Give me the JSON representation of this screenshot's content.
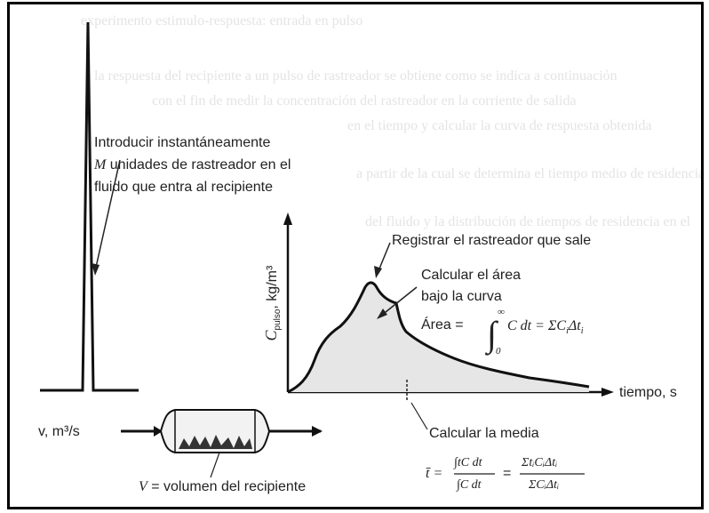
{
  "faint_lines": [
    "experimento estimulo-respuesta: entrada en pulso",
    "la respuesta del recipiente a un pulso de rastreador se obtiene como se indica a continuación",
    "con el fin de medir la concentración del rastreador en la corriente de salida",
    "en el tiempo y calcular la curva de respuesta obtenida",
    "a partir de la cual se determina el tiempo medio de residencia",
    "del fluido y la distribución de tiempos de residencia en el"
  ],
  "annotations": {
    "intro_line1": "Introducir instantáneamente",
    "intro_line2_var": "M",
    "intro_line2_rest": "unidades de rastreador en el",
    "intro_line3": "fluido que entra al recipiente",
    "register": "Registrar el rastreador que sale",
    "area_line1": "Calcular el área",
    "area_line2": "bajo la curva",
    "area_formula_label": "Área =",
    "area_formula_upper": "∞",
    "area_formula_lower": "0",
    "area_formula_body": "C dt = ΣC",
    "area_formula_sub1": "i",
    "area_formula_mid": "Δt",
    "area_formula_sub2": "i",
    "mean_label": "Calcular la media",
    "mean_tbar": "t̄ =",
    "mean_frac1_num": "∫tC dt",
    "mean_frac1_den": "∫C dt",
    "mean_eq": "=",
    "mean_frac2_num": "ΣtᵢCᵢΔtᵢ",
    "mean_frac2_den": "ΣCᵢΔtᵢ",
    "y_axis_label": "C",
    "y_axis_sub": "pulso",
    "y_axis_units": ", kg/m³",
    "x_axis_label": "tiempo, s",
    "flow_label": "v, m³/s",
    "vessel_label_var": "V",
    "vessel_label_rest": "= volumen del recipiente"
  }
}
